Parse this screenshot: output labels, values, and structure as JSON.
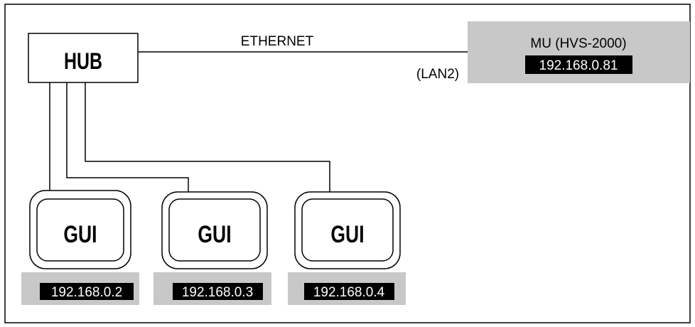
{
  "hub": {
    "label": "HUB"
  },
  "link": {
    "label": "ETHERNET",
    "port": "(LAN2)"
  },
  "mu": {
    "name": "MU (HVS-2000)",
    "ip": "192.168.0.81"
  },
  "guis": [
    {
      "label": "GUI",
      "ip": "192.168.0.2"
    },
    {
      "label": "GUI",
      "ip": "192.168.0.3"
    },
    {
      "label": "GUI",
      "ip": "192.168.0.4"
    }
  ],
  "colors": {
    "line": "#000000",
    "panel": "#c8c8c8",
    "ip_bg": "#000000",
    "ip_text": "#ffffff"
  }
}
